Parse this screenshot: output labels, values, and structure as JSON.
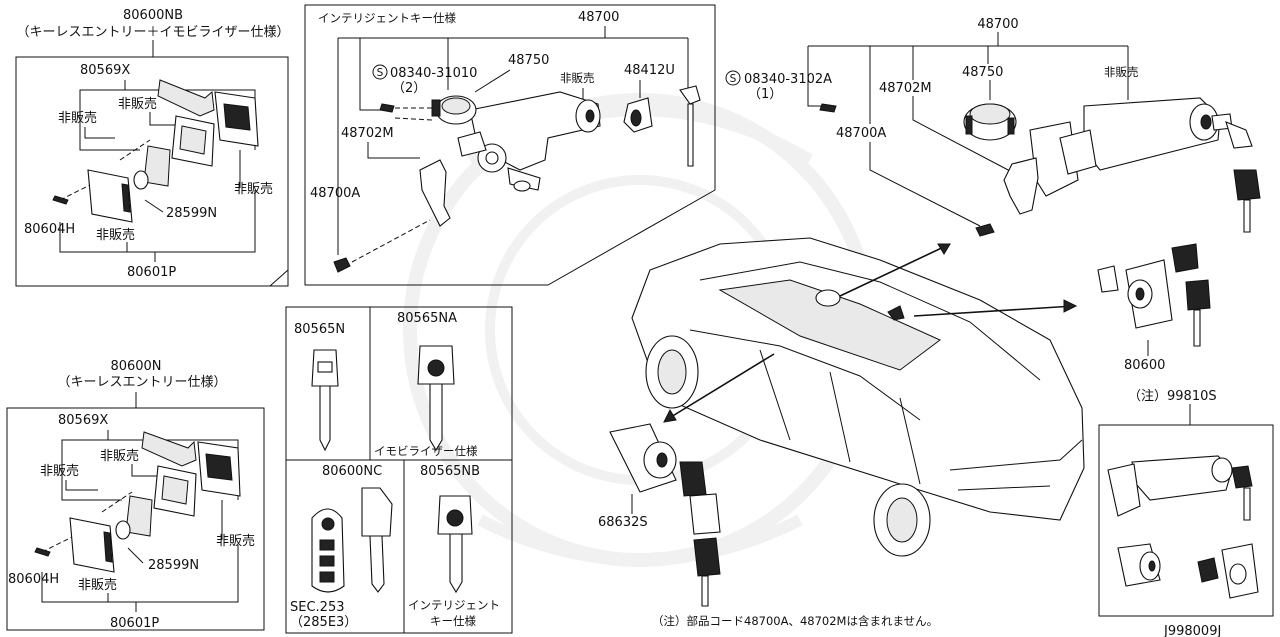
{
  "parts": {
    "kit_immobilizer": "80600NB",
    "kit_immobilizer_note": "（キーレスエントリー＋イモビライザー仕様）",
    "top_left": {
      "case": "80569X",
      "not_sold_1": "非販売",
      "not_sold_2": "非販売",
      "not_sold_3": "非販売",
      "not_sold_4": "非販売",
      "battery": "28599N",
      "screw": "80604H",
      "assy": "80601P"
    },
    "kit_keyless": "80600N",
    "kit_keyless_note": "（キーレスエントリー仕様）",
    "bottom_left": {
      "case": "80569X",
      "not_sold_1": "非販売",
      "not_sold_2": "非販売",
      "not_sold_3": "非販売",
      "not_sold_4": "非販売",
      "battery": "28599N",
      "screw": "80604H",
      "assy": "80601P"
    },
    "intelligent": {
      "title": "インテリジェントキー仕様",
      "main": "48700",
      "screw": "08340-31010",
      "screw_qty": "（2）",
      "s_mark": "S",
      "cylinder": "48750",
      "not_sold": "非販売",
      "lock": "48412U",
      "bracket": "48702M",
      "clamp": "48700A"
    },
    "right": {
      "main": "48700",
      "screw": "08340-3102A",
      "screw_qty": "（1）",
      "s_mark": "S",
      "cylinder": "48750",
      "bracket": "48702M",
      "not_sold": "非販売",
      "clamp": "48700A",
      "door_set": "80600",
      "note_kit": "（注）99810S"
    },
    "keys": {
      "blank_n": "80565N",
      "blank_na": "80565NA",
      "immobilizer": "イモビライザー仕様",
      "remote": "80600NC",
      "blank_nb": "80565NB",
      "sec": "SEC.253",
      "sec_sub": "（285E3）",
      "intelligent_1": "インテリジェント",
      "intelligent_2": "キー仕様"
    },
    "trunk_cyl": "68632S",
    "footnote": "（注）部品コード48700A、48702Mは含まれません。",
    "diagram_code": "J998009J"
  }
}
